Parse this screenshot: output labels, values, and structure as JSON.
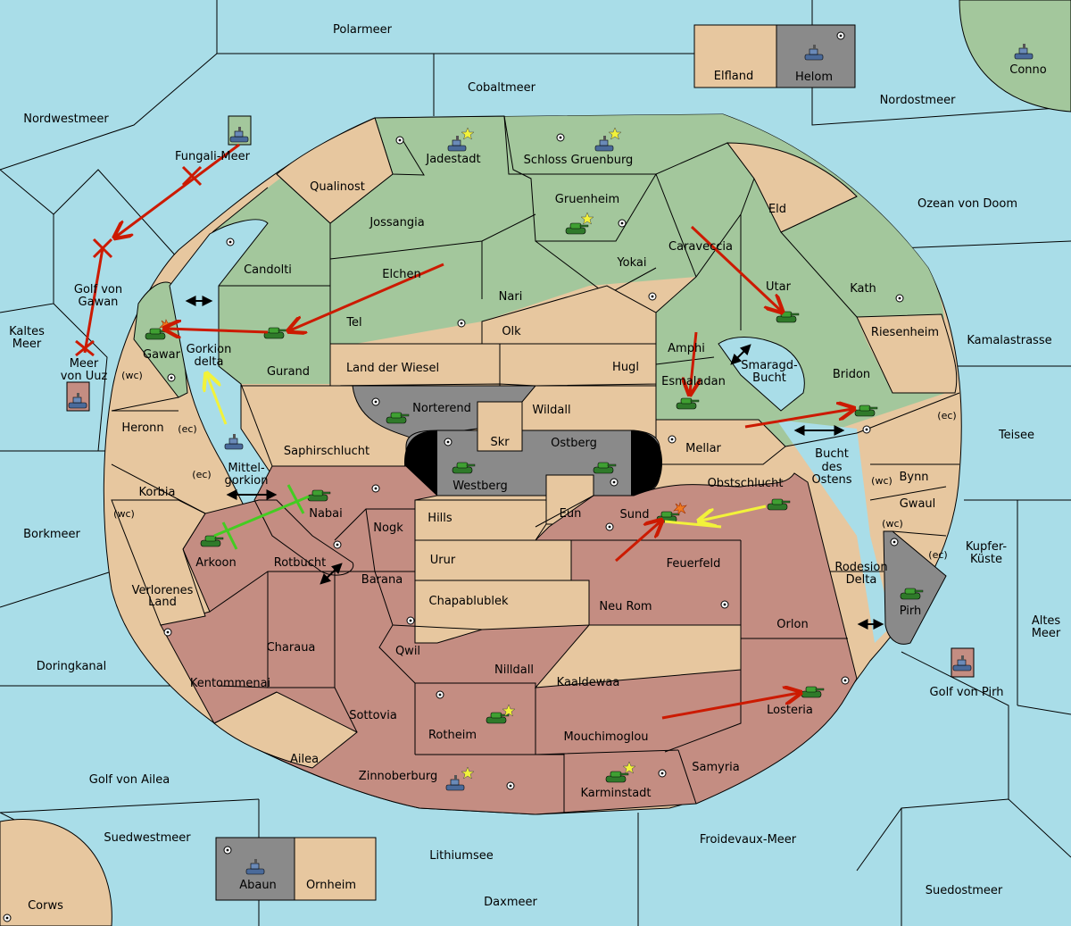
{
  "title": "",
  "colors": {
    "sea": "#a9dde8",
    "green_power": "#a3c79c",
    "red_power": "#c48d82",
    "neutral": "#e7c79f",
    "grey": "#8a8a8a",
    "move_red": "#cc1a00",
    "move_yellow": "#f2f23a",
    "move_green": "#44cc22"
  },
  "sea_labels": {
    "polarmeer": "Polarmeer",
    "cobaltmeer": "Cobaltmeer",
    "nordwestmeer": "Nordwestmeer",
    "nordostmeer": "Nordostmeer",
    "fungali": "Fungali-Meer",
    "golf_gawan_1": "Golf von",
    "golf_gawan_2": "Gawan",
    "kaltes_1": "Kaltes",
    "kaltes_2": "Meer",
    "uuz_1": "Meer",
    "uuz_2": "von Uuz",
    "ozean": "Ozean von Doom",
    "kamalastrasse": "Kamalastrasse",
    "teisee": "Teisee",
    "kupfer_1": "Kupfer-",
    "kupfer_2": "Küste",
    "altes_1": "Altes",
    "altes_2": "Meer",
    "golf_pirh": "Golf von Pirh",
    "borkmeer": "Borkmeer",
    "doringkanal": "Doringkanal",
    "golf_ailea": "Golf von Ailea",
    "suedwestmeer": "Suedwestmeer",
    "lithiumsee": "Lithiumsee",
    "daxmeer": "Daxmeer",
    "froidevaux": "Froidevaux-Meer",
    "suedostmeer": "Suedostmeer",
    "gorkion_1": "Gorkion",
    "gorkion_2": "delta",
    "mittel_1": "Mittel-",
    "mittel_2": "gorkion",
    "rotbucht": "Rotbucht",
    "smaragd_1": "Smaragd-",
    "smaragd_2": "Bucht",
    "bucht_1": "Bucht",
    "bucht_2": "des",
    "bucht_3": "Ostens",
    "rodesion_1": "Rodesion",
    "rodesion_2": "Delta"
  },
  "land_labels": {
    "elfland": "Elfland",
    "helom": "Helom",
    "conno": "Conno",
    "corws": "Corws",
    "abaun": "Abaun",
    "ornheim": "Ornheim",
    "jadestadt": "Jadestadt",
    "schloss": "Schloss Gruenburg",
    "qualinost": "Qualinost",
    "gruenheim": "Gruenheim",
    "eld": "Eld",
    "jossangia": "Jossangia",
    "caraveccia": "Caraveccia",
    "candolti": "Candolti",
    "elchen": "Elchen",
    "yokai": "Yokai",
    "nari": "Nari",
    "utar": "Utar",
    "kath": "Kath",
    "tel": "Tel",
    "olk": "Olk",
    "gurand": "Gurand",
    "gawar": "Gawar",
    "amphi": "Amphi",
    "riesenheim": "Riesenheim",
    "land_wiesel": "Land der Wiesel",
    "hugl": "Hugl",
    "esmaladan": "Esmaladan",
    "bridon": "Bridon",
    "norterend": "Norterend",
    "wildall": "Wildall",
    "skr": "Skr",
    "ostberg": "Ostberg",
    "westberg": "Westberg",
    "heronn": "Heronn",
    "saphirschlucht": "Saphirschlucht",
    "mellar": "Mellar",
    "obstschlucht": "Obstschlucht",
    "bynn": "Bynn",
    "gwaul": "Gwaul",
    "korbia": "Korbia",
    "nabai": "Nabai",
    "hills": "Hills",
    "eun": "Eun",
    "sund": "Sund",
    "nogk": "Nogk",
    "arkoon": "Arkoon",
    "verlorenes_1": "Verlorenes",
    "verlorenes_2": "Land",
    "urur": "Urur",
    "feuerfeld": "Feuerfeld",
    "barana": "Barana",
    "chapablublek": "Chapablublek",
    "neu_rom": "Neu Rom",
    "orlon": "Orlon",
    "pirh": "Pirh",
    "charaua": "Charaua",
    "qwil": "Qwil",
    "nilldall": "Nilldall",
    "kentommenai": "Kentommenai",
    "kaaldewaa": "Kaaldewaa",
    "sottovia": "Sottovia",
    "rotheim": "Rotheim",
    "mouchimoglou": "Mouchimoglou",
    "losteria": "Losteria",
    "ailea": "Ailea",
    "samyria": "Samyria",
    "zinnoberburg": "Zinnoberburg",
    "karminstadt": "Karminstadt"
  },
  "coast_labels": {
    "wc": "(wc)",
    "ec": "(ec)"
  },
  "units": {
    "fleet": "fleet-icon",
    "army": "tank-icon",
    "supply_center": "supply-center-icon",
    "home_center": "star-icon",
    "dislodged": "explosion-icon"
  }
}
